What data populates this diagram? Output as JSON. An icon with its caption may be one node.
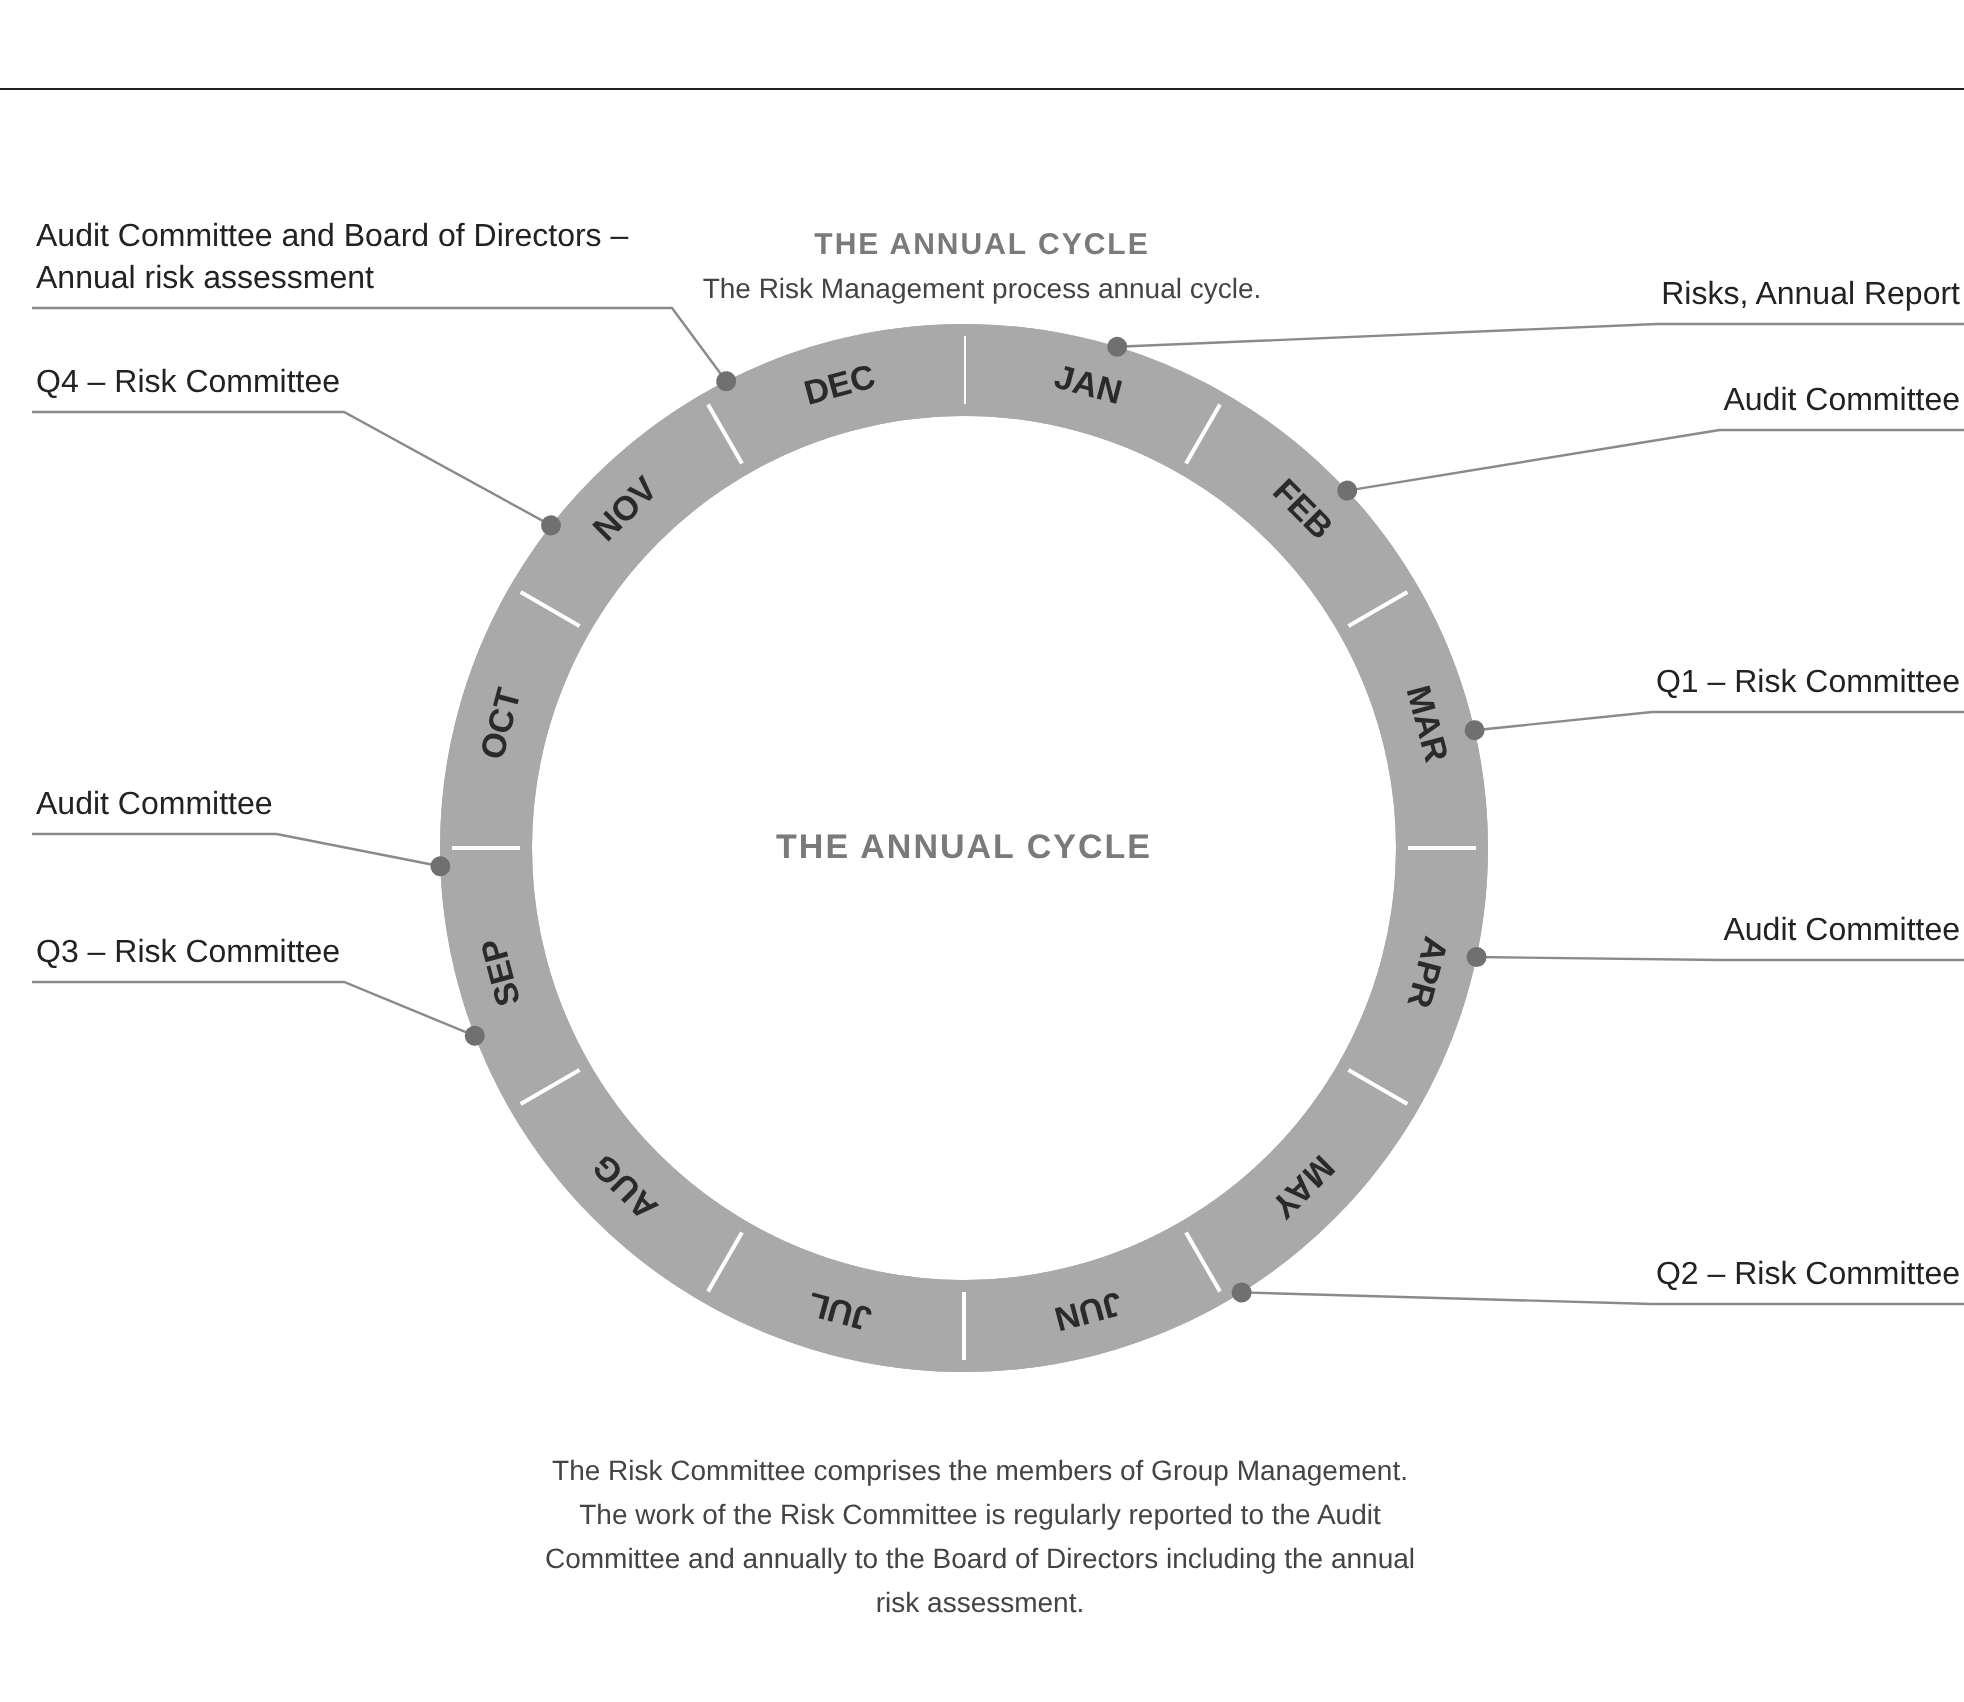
{
  "diagram": {
    "title": "THE ANNUAL CYCLE",
    "caption": "The Risk Committee comprises the members of Group Management. The work of the Risk Committee is regularly reported to the Audit Committee and annually to the Board of Directors including the annual risk assessment.",
    "labels": [
      "The Risk Management process annual cycle."
    ],
    "nodes": [
      {
        "text": [
          "THE ANNUAL CYCLE"
        ]
      },
      {
        "text": [
          "JAN"
        ],
        "in": 0
      },
      {
        "text": [
          "FEB"
        ],
        "in": 0
      },
      {
        "text": [
          "MAR"
        ],
        "in": 0
      },
      {
        "text": [
          "APR"
        ],
        "in": 0
      },
      {
        "text": [
          "MAY"
        ],
        "in": 0
      },
      {
        "text": [
          "JUN"
        ],
        "in": 0
      },
      {
        "text": [
          "JUL"
        ],
        "in": 0
      },
      {
        "text": [
          "AUG"
        ],
        "in": 0
      },
      {
        "text": [
          "SEP"
        ],
        "in": 0
      },
      {
        "text": [
          "OCT"
        ],
        "in": 0
      },
      {
        "text": [
          "NOV"
        ],
        "in": 0
      },
      {
        "text": [
          "DEC"
        ],
        "in": 0
      },
      {
        "text": [
          "Audit Committee and Board of Directors – Annual risk assessment"
        ]
      },
      {
        "text": [
          "Risks, Annual Report"
        ]
      },
      {
        "text": [
          "Q4 – Risk Committee"
        ]
      },
      {
        "text": [
          "Audit Committee"
        ]
      },
      {
        "text": [
          "Q1 – Risk Committee"
        ]
      },
      {
        "text": [
          "Audit Committee"
        ]
      },
      {
        "text": [
          "Audit Committee"
        ]
      },
      {
        "text": [
          "Q3 – Risk Committee"
        ]
      },
      {
        "text": [
          "Q2 – Risk Committee"
        ]
      }
    ],
    "edges": [
      {
        "from": 13,
        "to": 12,
        "arrow": "other"
      },
      {
        "from": 14,
        "to": 1,
        "arrow": "other"
      },
      {
        "from": 15,
        "to": 11,
        "arrow": "other"
      },
      {
        "from": 16,
        "to": 2,
        "arrow": "other"
      },
      {
        "from": 17,
        "to": 3,
        "arrow": "other"
      },
      {
        "from": 18,
        "to": 10,
        "arrow": "other"
      },
      {
        "from": 19,
        "to": 4,
        "arrow": "other"
      },
      {
        "from": 20,
        "to": 9,
        "arrow": "other"
      },
      {
        "from": 21,
        "to": 5,
        "arrow": "other"
      }
    ]
  }
}
